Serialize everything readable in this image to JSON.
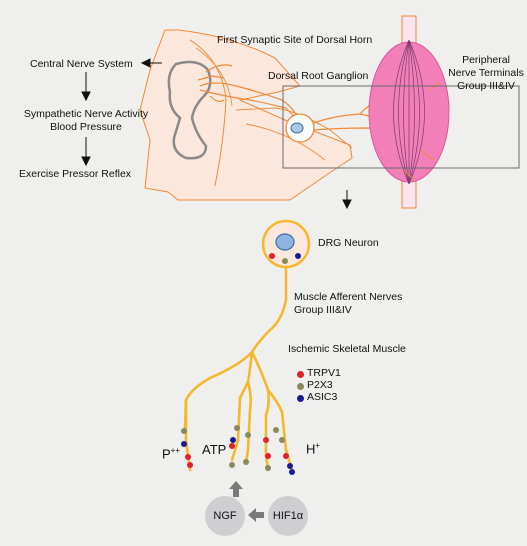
{
  "labels": {
    "first_synaptic_site": "First Synaptic Site of Dorsal Horn",
    "central_nerve_system": "Central Nerve System",
    "dorsal_root_ganglion": "Dorsal Root Ganglion",
    "peripheral_terminals": "Peripheral\nNerve Terminals\nGroup III&IV",
    "sympathetic_activity": "Sympathetic  Nerve Activity\nBlood Pressure",
    "exercise_pressor_reflex": "Exercise Pressor Reflex",
    "drg_neuron": "DRG Neuron",
    "muscle_afferent": "Muscle Afferent Nerves\nGroup III&IV",
    "ischemic_muscle": "Ischemic Skeletal Muscle",
    "ion_p": "P",
    "ion_p_sup": "++",
    "ion_atp": "ATP",
    "ion_h": "H",
    "ion_h_sup": "+",
    "ngf": "NGF",
    "hif1a": "HIF1α"
  },
  "legend": [
    {
      "label": "TRPV1",
      "color": "#e0202a"
    },
    {
      "label": "P2X3",
      "color": "#8a8a5c"
    },
    {
      "label": "ASIC3",
      "color": "#1b1b8f"
    }
  ],
  "colors": {
    "nerve": "#f5b72c",
    "fiber": "#f08a3a",
    "muscle": "#f27fb8",
    "spinal": "#fce7dc",
    "arrow_gray": "#777777"
  }
}
